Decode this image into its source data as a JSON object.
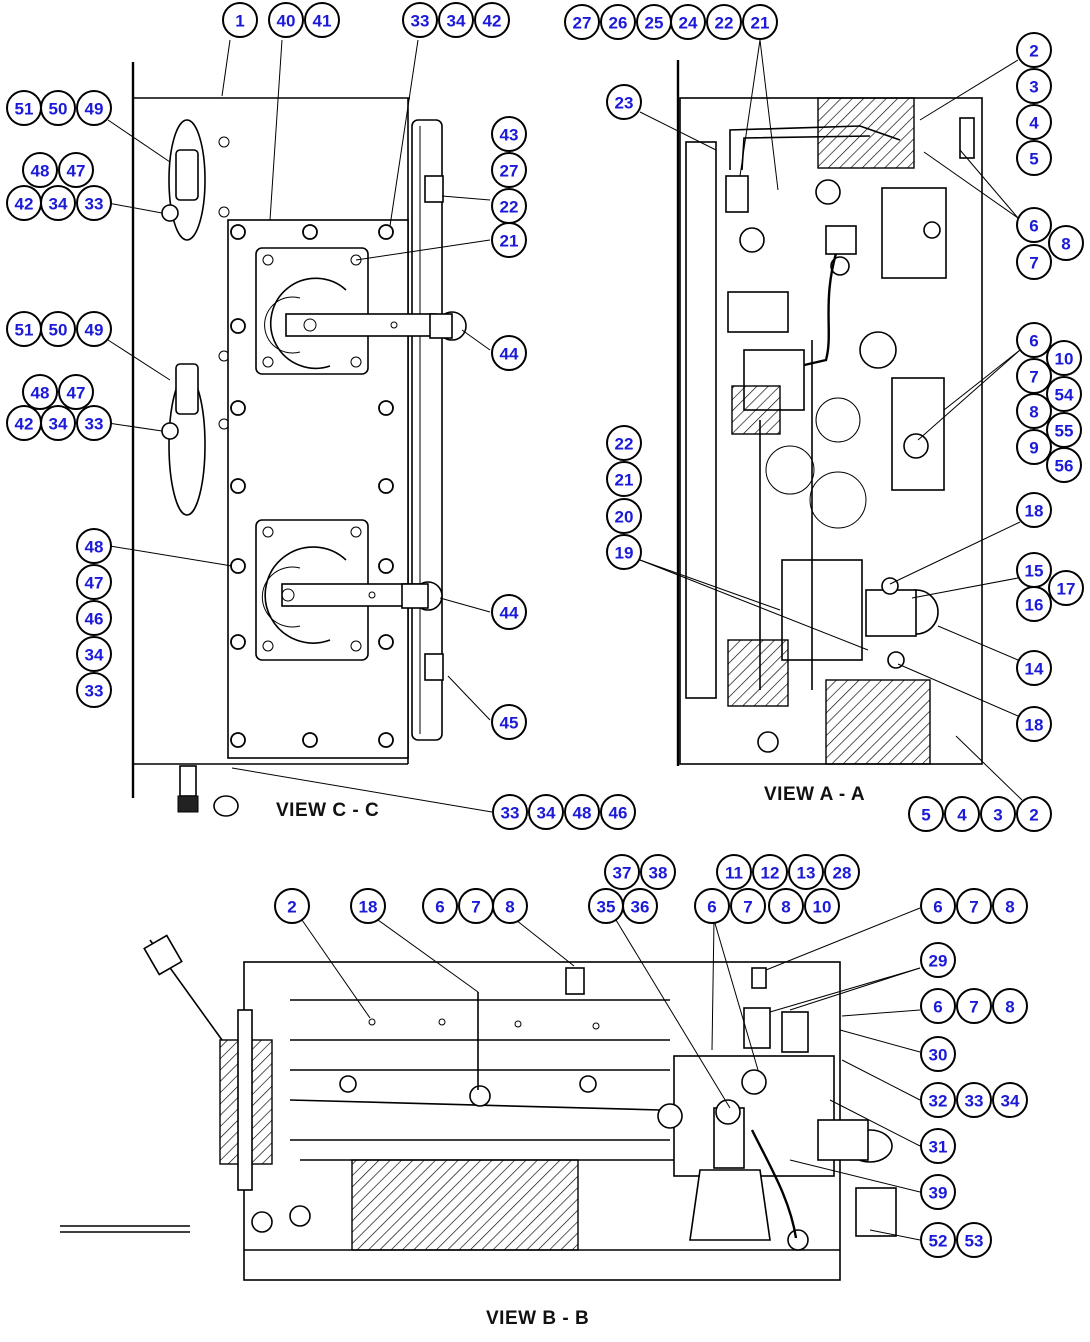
{
  "views": {
    "c": {
      "label": "VIEW C - C"
    },
    "a": {
      "label": "VIEW A - A"
    },
    "b": {
      "label": "VIEW B - B"
    }
  },
  "callouts": {
    "view_c": [
      "1",
      "40",
      "41",
      "33",
      "34",
      "42",
      "51",
      "50",
      "49",
      "48",
      "47",
      "42",
      "34",
      "33",
      "51",
      "50",
      "49",
      "48",
      "47",
      "42",
      "34",
      "33",
      "43",
      "27",
      "22",
      "21",
      "44",
      "44",
      "45",
      "48",
      "47",
      "46",
      "34",
      "33",
      "33",
      "34",
      "48",
      "46"
    ],
    "view_a": [
      "27",
      "26",
      "25",
      "24",
      "22",
      "21",
      "2",
      "3",
      "4",
      "5",
      "6",
      "8",
      "7",
      "23",
      "6",
      "10",
      "7",
      "54",
      "8",
      "55",
      "9",
      "56",
      "22",
      "21",
      "20",
      "19",
      "18",
      "15",
      "17",
      "16",
      "14",
      "18",
      "5",
      "4",
      "3",
      "2"
    ],
    "view_b": [
      "37",
      "38",
      "11",
      "12",
      "13",
      "28",
      "2",
      "18",
      "6",
      "7",
      "8",
      "35",
      "36",
      "6",
      "7",
      "8",
      "10",
      "6",
      "7",
      "8",
      "29",
      "6",
      "7",
      "8",
      "30",
      "32",
      "33",
      "34",
      "31",
      "39",
      "52",
      "53"
    ]
  }
}
